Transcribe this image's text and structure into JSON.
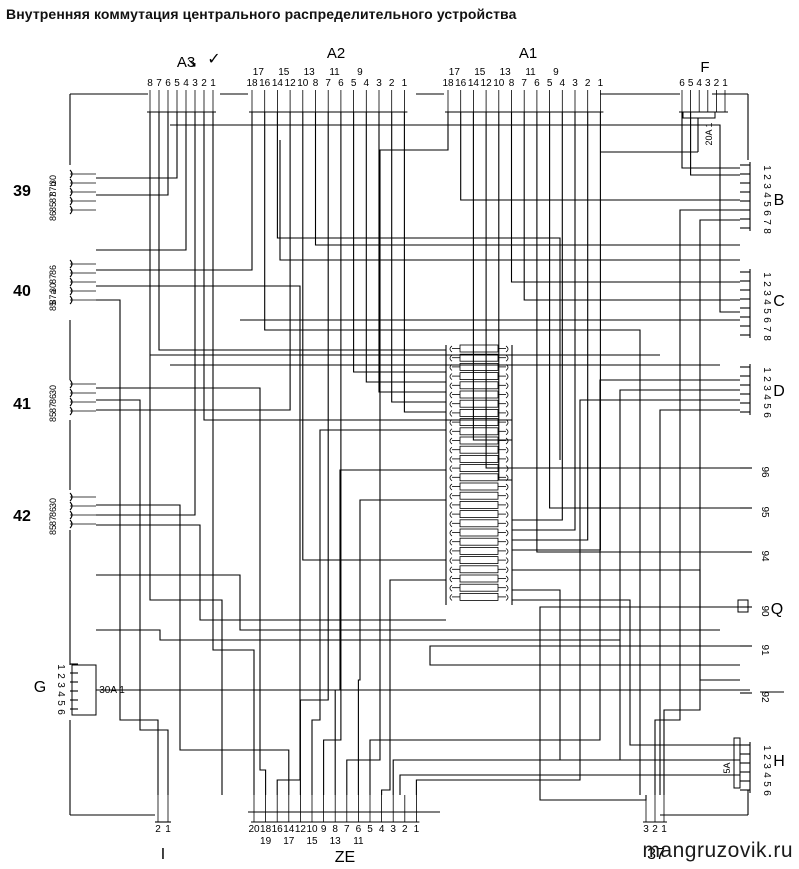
{
  "title": "Внутренняя коммутация центрального распределительного устройства",
  "watermark": "mangruzovik.ru",
  "connectors": {
    "A3": {
      "name": "A3",
      "pins": [
        "8",
        "7",
        "6",
        "5",
        "4",
        "3",
        "2",
        "1"
      ]
    },
    "A2": {
      "name": "A2",
      "pins_top": [
        "17",
        "15",
        "13",
        "11",
        "9"
      ],
      "pins_bottom": [
        "18",
        "16",
        "14",
        "12",
        "10",
        "8",
        "7",
        "6",
        "5",
        "4",
        "3",
        "2",
        "1"
      ]
    },
    "A1": {
      "name": "A1",
      "pins_top": [
        "17",
        "15",
        "13",
        "11",
        "9"
      ],
      "pins_bottom": [
        "18",
        "16",
        "14",
        "12",
        "10",
        "8",
        "7",
        "6",
        "5",
        "4",
        "3",
        "2",
        "1"
      ]
    },
    "F": {
      "name": "F",
      "pins": [
        "6",
        "5",
        "4",
        "3",
        "2",
        "1"
      ],
      "fuse": "20A 1"
    },
    "B": {
      "name": "B",
      "pins": [
        "1",
        "2",
        "3",
        "4",
        "5",
        "6",
        "7",
        "8"
      ]
    },
    "C": {
      "name": "C",
      "pins": [
        "1",
        "2",
        "3",
        "4",
        "5",
        "6",
        "7",
        "8"
      ]
    },
    "D": {
      "name": "D",
      "pins": [
        "1",
        "2",
        "3",
        "4",
        "5",
        "6"
      ]
    },
    "H": {
      "name": "H",
      "pins": [
        "1",
        "2",
        "3",
        "4",
        "5",
        "6"
      ],
      "fuse": "5A"
    },
    "G": {
      "name": "G",
      "pins": [
        "1",
        "2",
        "3",
        "4",
        "5",
        "6"
      ],
      "fuse": "30A 1"
    },
    "I": {
      "name": "I",
      "pins": [
        "2",
        "1"
      ]
    },
    "ZE": {
      "name": "ZE",
      "pins_top": [
        "20",
        "18",
        "16",
        "14",
        "12",
        "10",
        "9",
        "8",
        "7",
        "6",
        "5",
        "4",
        "3",
        "2",
        "1"
      ],
      "pins_bottom": [
        "19",
        "17",
        "15",
        "13",
        "11"
      ]
    },
    "c37": {
      "name": "37",
      "pins": [
        "3",
        "2",
        "1"
      ]
    }
  },
  "relays": [
    {
      "name": "39",
      "terms": [
        "30",
        "87b",
        "87",
        "85",
        "86"
      ]
    },
    {
      "name": "40",
      "terms": [
        "86",
        "87",
        "30",
        "87a",
        "85"
      ]
    },
    {
      "name": "41",
      "terms": [
        "30",
        "86",
        "87",
        "85"
      ]
    },
    {
      "name": "42",
      "terms": [
        "30",
        "86",
        "87",
        "85"
      ]
    }
  ],
  "right_terminals": [
    "96",
    "95",
    "94",
    "90",
    "91",
    "92"
  ],
  "q_label": "Q"
}
